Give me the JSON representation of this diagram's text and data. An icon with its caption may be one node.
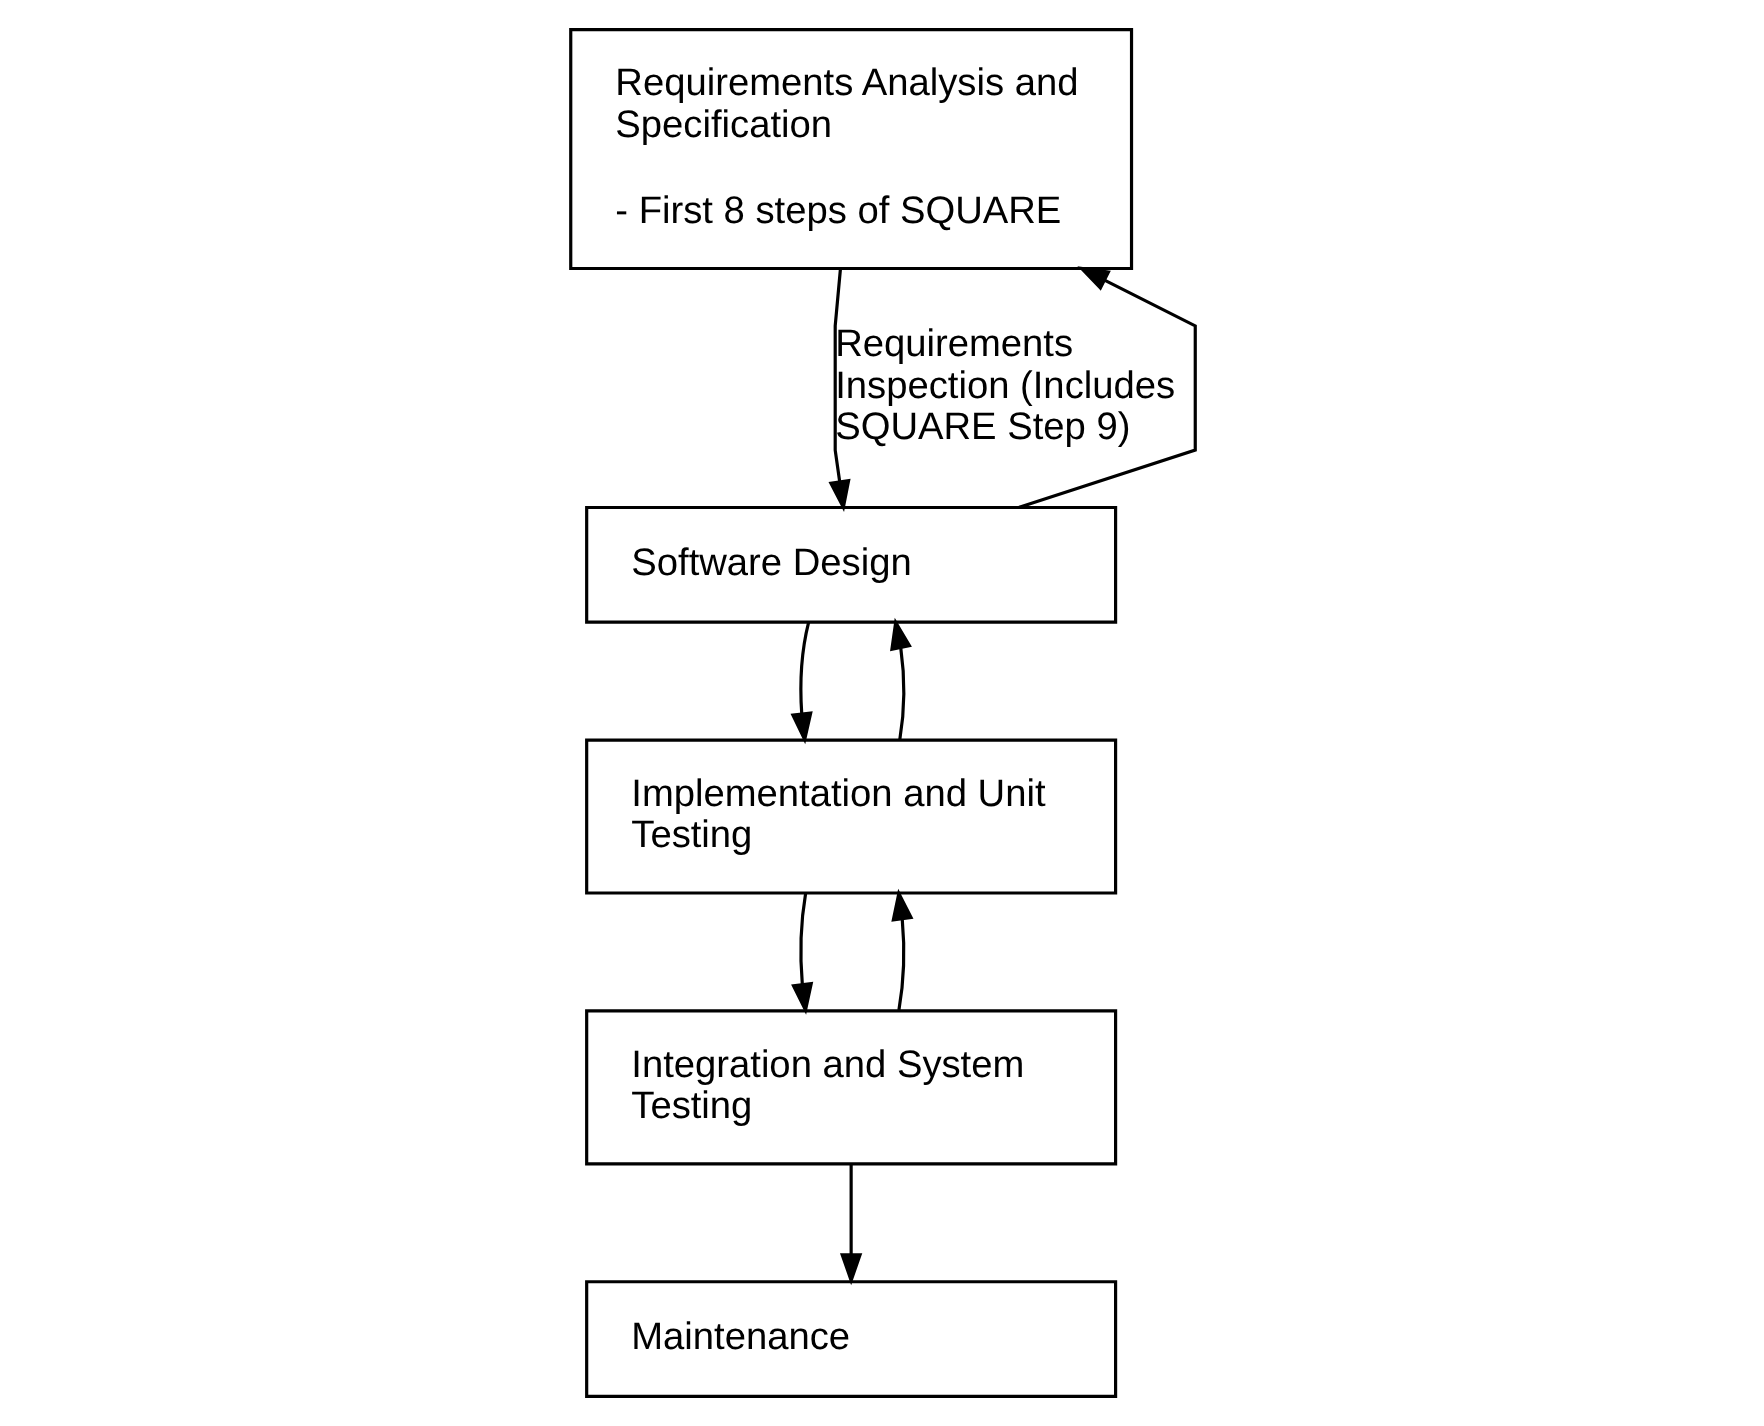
{
  "diagram": {
    "nodes": [
      {
        "text": [
          "Requirements Analysis and Specification",
          "- First 8 steps of SQUARE"
        ]
      },
      {
        "text": [
          "Software Design"
        ]
      },
      {
        "text": [
          "Implementation and Unit Testing"
        ]
      },
      {
        "text": [
          "Integration and System Testing"
        ]
      },
      {
        "text": [
          "Maintenance"
        ]
      }
    ],
    "edges": [
      {
        "from": 0,
        "to": 1,
        "arrow": "to",
        "label": "Requirements Inspection (Includes SQUARE Step 9)"
      },
      {
        "from": 1,
        "to": 0,
        "arrow": "to"
      },
      {
        "from": 1,
        "to": 2,
        "arrow": "to"
      },
      {
        "from": 2,
        "to": 1,
        "arrow": "to"
      },
      {
        "from": 2,
        "to": 3,
        "arrow": "to"
      },
      {
        "from": 3,
        "to": 2,
        "arrow": "to"
      },
      {
        "from": 3,
        "to": 4,
        "arrow": "to"
      }
    ]
  }
}
